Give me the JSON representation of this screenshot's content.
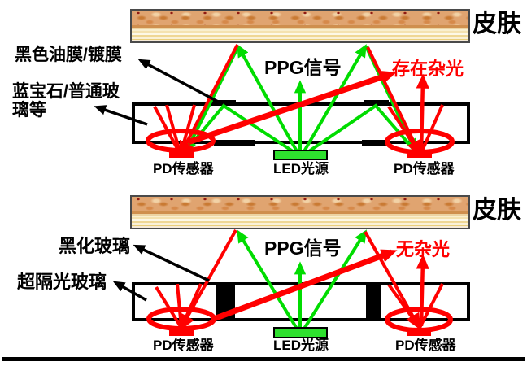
{
  "colors": {
    "signal_green": "#00dc00",
    "stray_red": "#ff0000",
    "pd_red": "#ff0000",
    "led_green": "#2ee02e",
    "glass_stroke": "#000000"
  },
  "top_diagram": {
    "skin_label": "皮肤",
    "coating_label": "黑色油膜/镀膜",
    "glass_label_line1": "蓝宝石/普通玻",
    "glass_label_line2": "璃等",
    "ppg_label": "PPG信号",
    "stray_label": "存在杂光",
    "pd_left_label": "PD传感器",
    "led_label": "LED光源",
    "pd_right_label": "PD传感器"
  },
  "bottom_diagram": {
    "skin_label": "皮肤",
    "blackened_glass_label": "黑化玻璃",
    "isolation_glass_label": "超隔光玻璃",
    "ppg_label": "PPG信号",
    "no_stray_label": "无杂光",
    "pd_left_label": "PD传感器",
    "led_label": "LED光源",
    "pd_right_label": "PD传感器"
  }
}
